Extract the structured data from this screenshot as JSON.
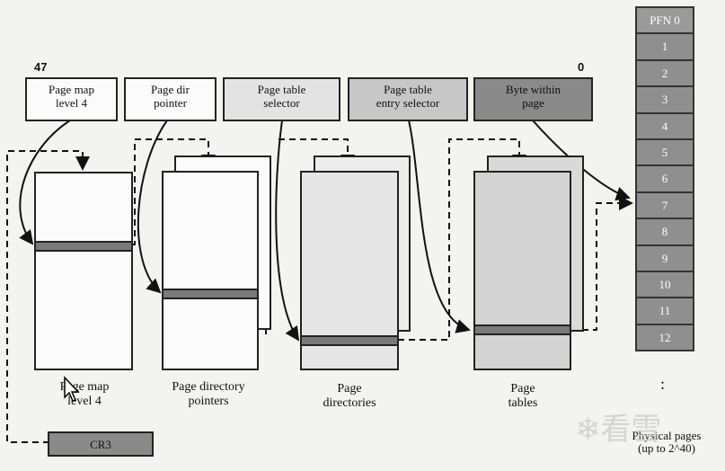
{
  "bits": {
    "high": "47",
    "low": "0"
  },
  "fields": [
    {
      "label": "Page map\nlevel 4"
    },
    {
      "label": "Page dir\npointer"
    },
    {
      "label": "Page table\nselector"
    },
    {
      "label": "Page table\nentry selector"
    },
    {
      "label": "Byte within\npage"
    }
  ],
  "captions": {
    "pml4": "Page map\nlevel 4",
    "pdp": "Page directory\npointers",
    "pd": "Page\ndirectories",
    "pt": "Page\ntables"
  },
  "cr3": "CR3",
  "pfn_labels": [
    "PFN 0",
    "1",
    "2",
    "3",
    "4",
    "5",
    "6",
    "7",
    "8",
    "9",
    "10",
    "11",
    "12"
  ],
  "pfn_ellipsis": ":",
  "physical_pages": "Physical pages\n(up to 2^40)",
  "watermark": "看雪"
}
